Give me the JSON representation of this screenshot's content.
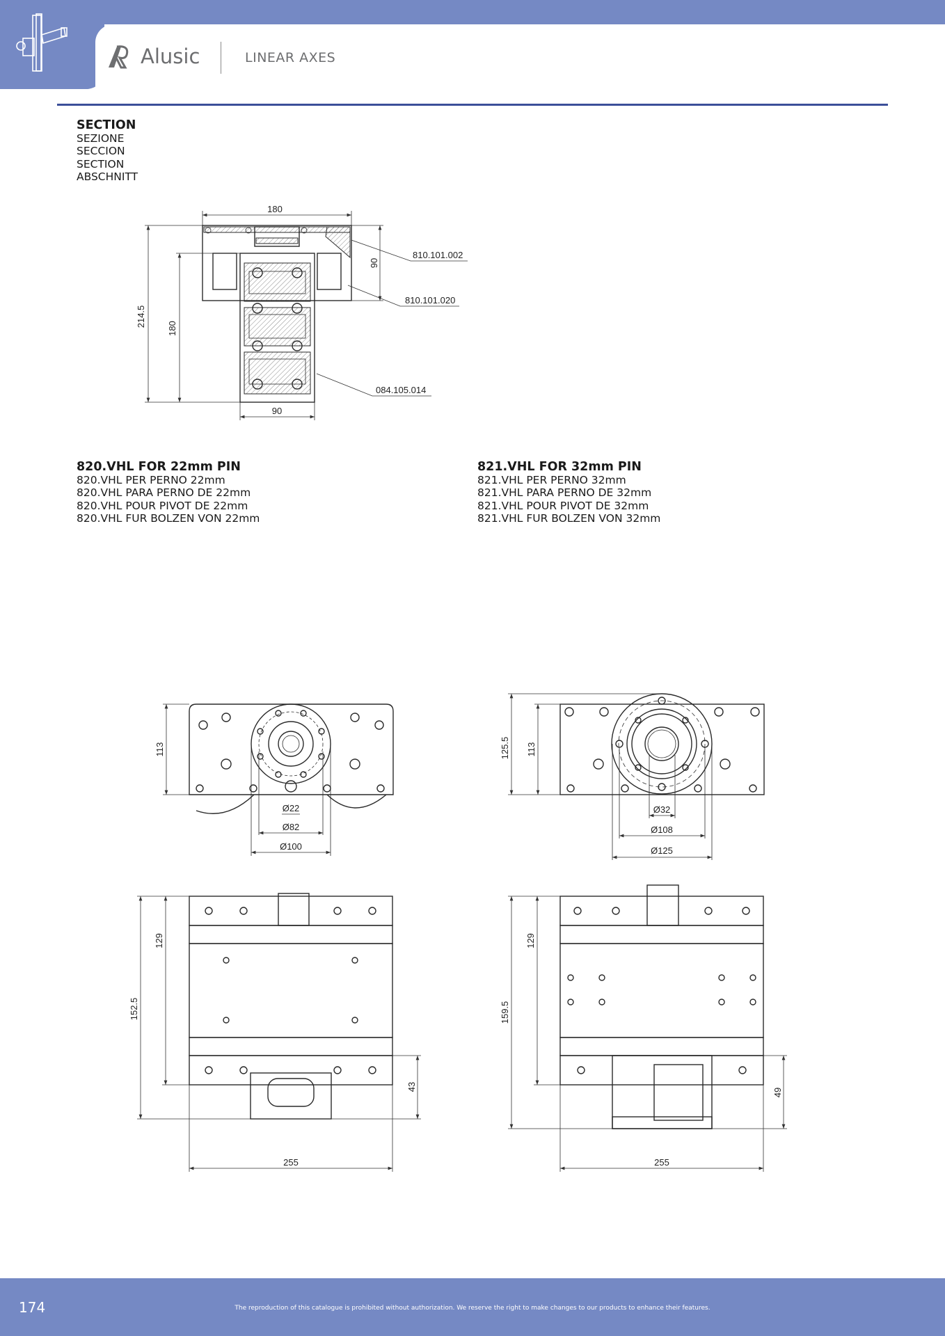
{
  "header": {
    "brand": "Alusic",
    "category": "LINEAR AXES"
  },
  "section": {
    "title": "SECTION",
    "translations": [
      "SEZIONE",
      "SECCION",
      "SECTION",
      "ABSCHNITT"
    ]
  },
  "section_drawing": {
    "dims": {
      "width_top": "180",
      "height_total": "214.5",
      "height_profile": "180",
      "height_carriage": "90",
      "width_profile": "90"
    },
    "parts": [
      "810.101.002",
      "810.101.020",
      "084.105.014"
    ]
  },
  "model_820": {
    "title": "820.VHL FOR 22mm PIN",
    "translations": [
      "820.VHL PER PERNO 22mm",
      "820.VHL PARA PERNO DE 22mm",
      "820.VHL POUR PIVOT DE 22mm",
      "820.VHL FUR BOLZEN VON 22mm"
    ],
    "dims": {
      "height": "113",
      "pin": "Ø22",
      "inner": "Ø82",
      "outer": "Ø100",
      "side_total": "152.5",
      "side_body": "129",
      "pin_block": "43",
      "length": "255"
    }
  },
  "model_821": {
    "title": "821.VHL FOR 32mm PIN",
    "translations": [
      "821.VHL PER PERNO 32mm",
      "821.VHL PARA PERNO DE 32mm",
      "821.VHL POUR PIVOT DE 32mm",
      "821.VHL FUR BOLZEN VON 32mm"
    ],
    "dims": {
      "height_total": "125.5",
      "height": "113",
      "pin": "Ø32",
      "inner": "Ø108",
      "outer": "Ø125",
      "side_total": "159.5",
      "side_body": "129",
      "pin_block": "49",
      "length": "255"
    }
  },
  "footer": {
    "page_number": "174",
    "disclaimer": "The reproduction of this catalogue is prohibited without authorization. We reserve the right to make changes to our products to enhance their features."
  }
}
